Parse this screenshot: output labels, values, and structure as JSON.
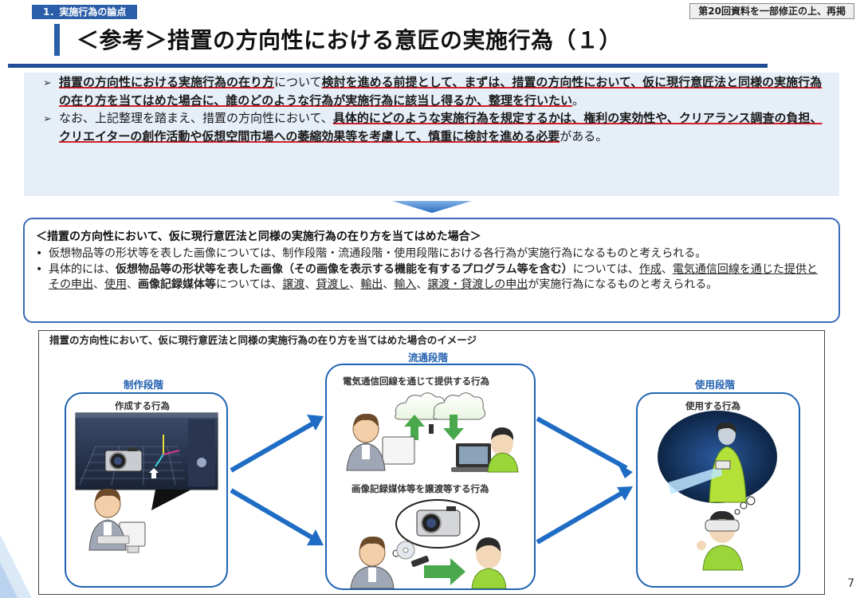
{
  "header": {
    "section_tag": "1．実施行為の論点",
    "source_note": "第20回資料を一部修正の上、再掲",
    "title": "＜参考＞措置の方向性における意匠の実施行為（１）"
  },
  "summary": {
    "p1": {
      "u1": "措置の方向性における実施行為の在り方",
      "t1": "について",
      "u2": "検討を進める前提として、まずは、措置の方向性において、仮に現行意匠法と同様の実施行為の在り方を当てはめた場合に、誰のどのような行為が実施行為に該当し得るか、整理を行いたい",
      "t2": "。"
    },
    "p2": {
      "t1": "なお、上記整理を踏まえ、措置の方向性において、",
      "u1": "具体的にどのような実施行為を規定するかは、権利の実効性や、クリアランス調査の負担、クリエイターの創作活動や仮想空間市場への萎縮効果等を考慮して、慎重に検討を進める必要",
      "t2": "がある。"
    },
    "bullet_mark": "➢"
  },
  "assumption": {
    "heading": "＜措置の方向性において、仮に現行意匠法と同様の実施行為の在り方を当てはめた場合＞",
    "bullet": "•",
    "item1": "仮想物品等の形状等を表した画像については、制作段階・流通段階・使用段階における各行為が実施行為になるものと考えられる。",
    "item2": {
      "a": "具体的には、",
      "b": "仮想物品等の形状等を表した画像（その画像を表示する機能を有するプログラム等を含む）",
      "c": "については、",
      "d": "作成",
      "e": "、",
      "f": "電気通信回線を通じた提供とその申出",
      "g": "、",
      "h": "使用",
      "i": "、",
      "j": "画像記録媒体等",
      "k": "については、",
      "l": "譲渡",
      "m": "、",
      "n": "貸渡し",
      "o": "、",
      "p": "輸出",
      "q": "、",
      "r": "輸入",
      "s": "、",
      "t": "譲渡・貸渡しの申出",
      "u": "が実施行為になるものと考えられる。"
    }
  },
  "image_section": {
    "title": "措置の方向性において、仮に現行意匠法と同様の実施行為の在り方を当てはめた場合のイメージ",
    "production": {
      "stage": "制作段階",
      "act": "作成する行為"
    },
    "distribution": {
      "stage": "流通段階",
      "act_online": "電気通信回線を通じて提供する行為",
      "act_media": "画像記録媒体等を譲渡等する行為"
    },
    "use": {
      "stage": "使用段階",
      "act": "使用する行為"
    }
  },
  "page_number": "7",
  "colors": {
    "accent_blue": "#1f63b4",
    "underline_red": "#d0202a",
    "summary_bg": "#e6eef8"
  }
}
